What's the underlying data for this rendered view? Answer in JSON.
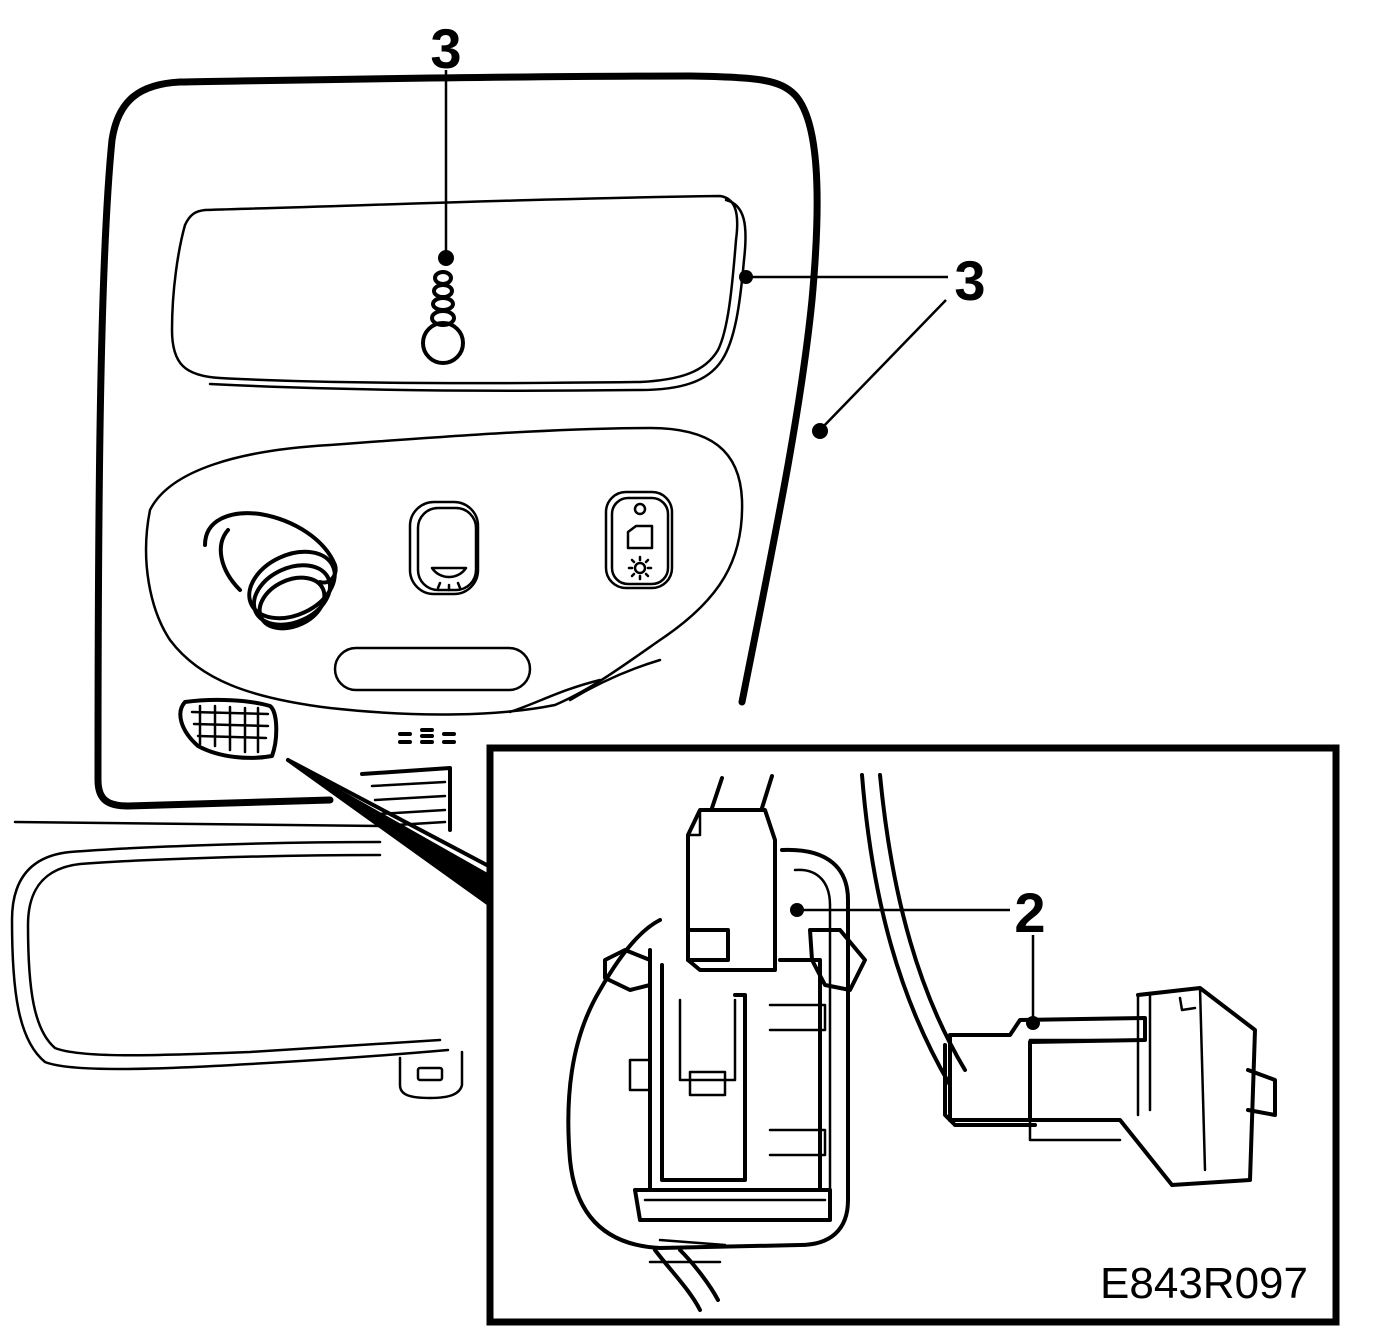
{
  "figure_id": "E843R097",
  "callouts": {
    "top": "3",
    "right": "3",
    "connector": "2"
  }
}
